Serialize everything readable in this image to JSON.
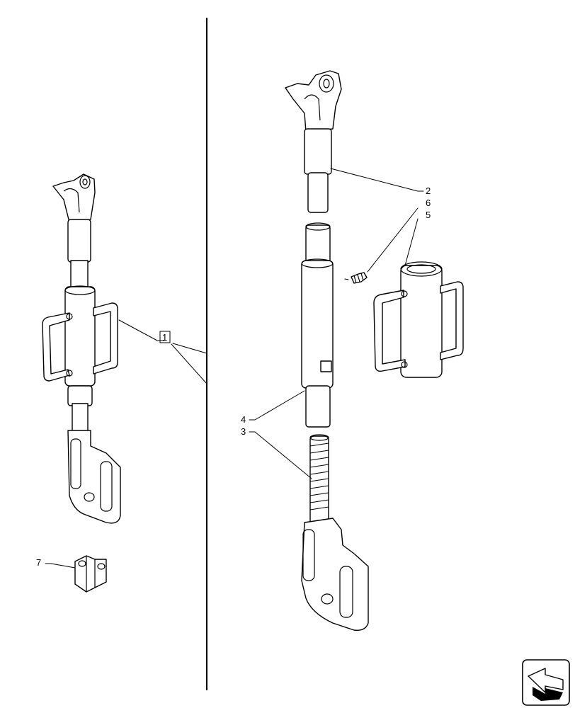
{
  "callouts": {
    "assembly": "1",
    "upper_yoke_rod": "2",
    "lower_threaded_yoke": "3",
    "tube": "4",
    "handle_tube": "5",
    "grease_nipple": "6",
    "clip": "7"
  },
  "icons": {
    "navigation": "back-arrow-icon"
  }
}
